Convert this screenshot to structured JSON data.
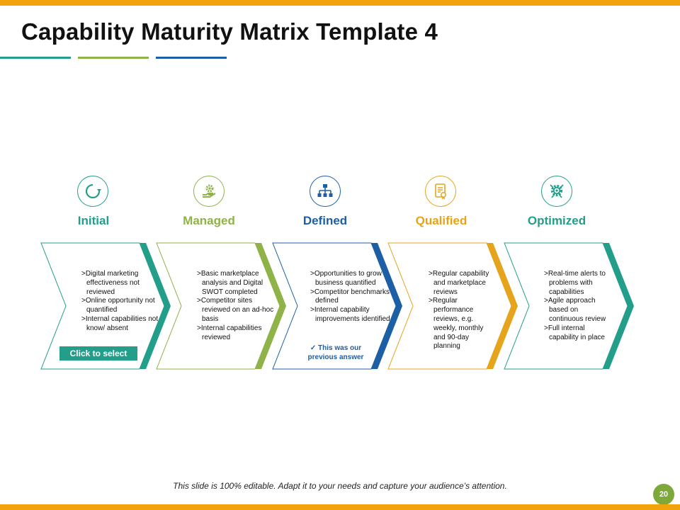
{
  "title": "Capability Maturity Matrix Template 4",
  "colors": {
    "orange": "#f0a30a",
    "teal": "#229e8a",
    "green": "#8fb249",
    "blue": "#1d5fa5",
    "amber": "#e5a41c",
    "page_badge": "#7ea83a"
  },
  "stages": [
    {
      "label": "Initial",
      "icon": "refresh-icon",
      "color": "#229e8a",
      "bullets": [
        ">Digital marketing effectiveness not reviewed",
        ">Online opportunity not quantified",
        ">Internal capabilities not know/ absent"
      ]
    },
    {
      "label": "Managed",
      "icon": "hand-gear-icon",
      "color": "#8fb249",
      "bullets": [
        ">Basic marketplace analysis and Digital SWOT completed",
        ">Competitor sites reviewed on an ad-hoc basis",
        ">Internal capabilities reviewed"
      ]
    },
    {
      "label": "Defined",
      "icon": "hierarchy-icon",
      "color": "#1d5fa5",
      "bullets": [
        ">Opportunities to grow business quantified",
        ">Competitor benchmarks defined",
        ">Internal capability improvements identified"
      ]
    },
    {
      "label": "Qualified",
      "icon": "certificate-icon",
      "color": "#e5a41c",
      "bullets": [
        ">Regular capability and marketplace reviews",
        ">Regular performance reviews, e.g. weekly, monthly and 90-day planning"
      ]
    },
    {
      "label": "Optimized",
      "icon": "gear-wrench-icon",
      "color": "#229e8a",
      "bullets": [
        ">Real-time alerts to problems with capabilities",
        ">Agile approach based on continuous review",
        ">Full internal capability in place"
      ]
    }
  ],
  "click_to_select": "Click to select",
  "previous_answer": "✓  This was our previous answer",
  "footer": "This slide is 100% editable. Adapt it to your needs and capture your audience’s attention.",
  "page_number": "20"
}
